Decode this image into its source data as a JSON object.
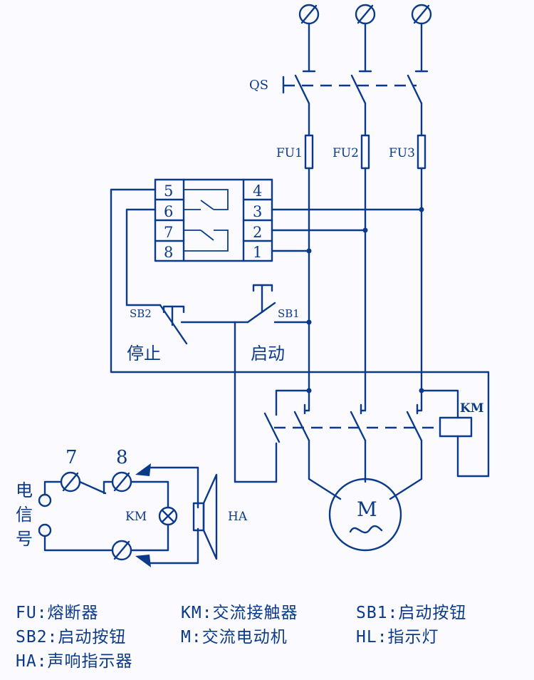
{
  "labels": {
    "qs": "QS",
    "fu1": "FU1",
    "fu2": "FU2",
    "fu3": "FU3",
    "km_coil": "KM",
    "sb1": "SB1",
    "sb2": "SB2",
    "stop": "停止",
    "start": "启动",
    "motor": "M",
    "ha": "HA",
    "km_lamp": "KM",
    "t7": "7",
    "t8": "8",
    "signal": [
      "电",
      "信",
      "号"
    ]
  },
  "relay_terminals": {
    "left": [
      "5",
      "6",
      "7",
      "8"
    ],
    "right": [
      "4",
      "3",
      "2",
      "1"
    ]
  },
  "legend": [
    [
      "FU:熔断器",
      "KM:交流接触器",
      "SB1:启动按钮"
    ],
    [
      "SB2:启动按钮",
      "M:交流电动机",
      "HL:指示灯"
    ],
    [
      "HA:声响指示器"
    ]
  ]
}
